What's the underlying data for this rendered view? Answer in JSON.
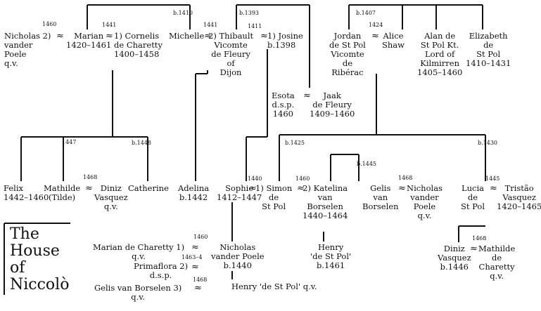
{
  "title": {
    "line1": "The",
    "line2": "House",
    "line3": "of",
    "line4": "Niccolò"
  },
  "people": {
    "nicholas_1": "Nicholas 2)\nvander\nPoele\nq.v.",
    "marian": "Marian\n1420–1461",
    "cornelis": "1) Cornelis\nde Charetty\n1400–1458",
    "michelle": "Michelle",
    "thibault": "2) Thibault\nVicomte\nde Fleury\nof\nDijon",
    "josine": "1) Josine\nb.1398",
    "jordan": "Jordan\nde St Pol\nVicomte\nde\nRibérac",
    "alice": "Alice\nShaw",
    "alan": "Alan de\nSt Pol Kt.\nLord of\nKilmirren\n1405–1460",
    "elizabeth": "Elizabeth\nde\nSt Pol\n1410–1431",
    "esota": "Esota\nd.s.p.\n1460",
    "jaak": "Jaak\nde Fleury\n1409–1460",
    "felix": "Felix\n1442–1460",
    "mathilde": "Mathilde\n(Tilde)",
    "diniz_1": "Diniz\nVasquez\nq.v.",
    "catherine": "Catherine",
    "adelina": "Adelina\nb.1442",
    "sophie": "Sophie\n1412–1447",
    "simon": "1) Simon\nde\nSt Pol",
    "katelina": "2) Katelina\nvan\nBorselen\n1440–1464",
    "gelis_1": "Gelis\nvan\nBorselen",
    "nicholas_2": "Nicholas\nvander\nPoele\nq.v.",
    "lucia": "Lucia\nde\nSt Pol",
    "tristao": "Tristão\nVasquez\n1420–1465",
    "henry_1": "Henry\n'de St Pol'\nb.1461",
    "diniz_2": "Diniz\nVasquez\nb.1446",
    "mathilde_2": "Mathilde\nde\nCharetty\nq.v.",
    "marian_2": "Marian de Charetty 1)\nq.v.",
    "primaflora": "Primaflora 2)\nd.s.p.",
    "gelis_2": "Gelis van Borselen 3)\nq.v.",
    "nicholas_3": "Nicholas\nvander Poele\nb.1440",
    "henry_2": "Henry 'de St Pol' q.v."
  },
  "marks": {
    "m1460a": "1460",
    "m1441a": "1441",
    "b1410": "b.1410",
    "m1441b": "1441",
    "b1393": "b.1393",
    "m1411": "1411",
    "b1407": "b.1407",
    "m1424": "1424",
    "m1447": "1447",
    "b1448": "b.1448",
    "m1468a": "1468",
    "b1425": "b.1425",
    "m1440": "1440",
    "m1460b": "1460",
    "b1445": "b.1445",
    "m1468b": "1468",
    "b1430": "b.1430",
    "m1445": "1445",
    "m1468c": "1468",
    "m1460c": "1460",
    "m14634": "1463–4",
    "m1468d": "1468"
  },
  "symbols": {
    "approx": "≈"
  }
}
